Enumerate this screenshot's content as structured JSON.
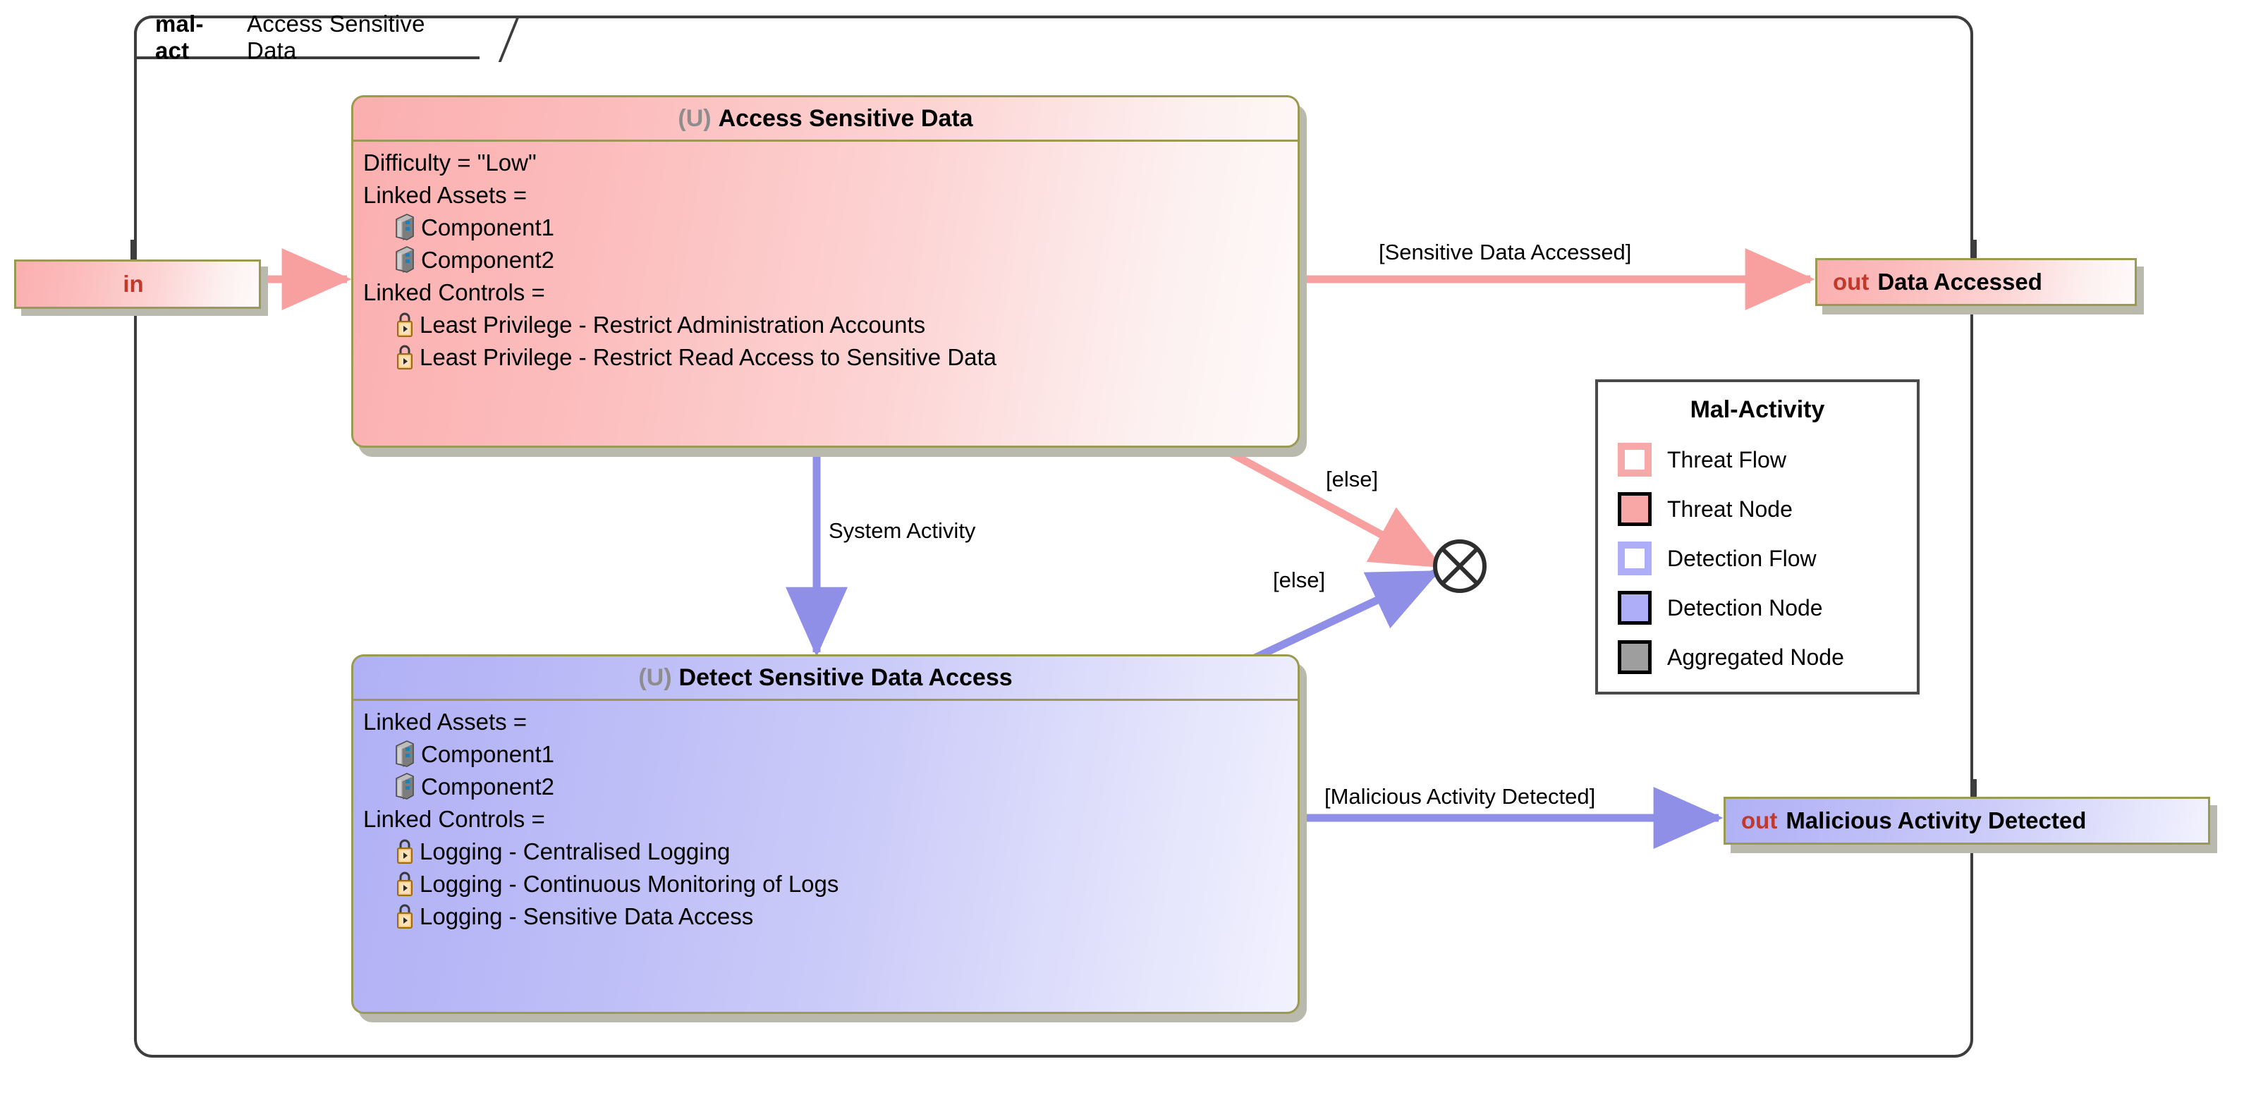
{
  "frame": {
    "keyword": "mal-act",
    "name": "Access Sensitive Data"
  },
  "pins": {
    "in": {
      "keyword": "in",
      "name": ""
    },
    "out_data_accessed": {
      "keyword": "out",
      "name": "Data Accessed"
    },
    "out_malicious_detected": {
      "keyword": "out",
      "name": "Malicious Activity Detected"
    }
  },
  "threat_node": {
    "stereotype": "(U)",
    "title": "Access Sensitive Data",
    "difficulty_line": "Difficulty = \"Low\"",
    "assets_header": "Linked Assets =",
    "assets": [
      "Component1",
      "Component2"
    ],
    "controls_header": "Linked Controls =",
    "controls": [
      "Least Privilege - Restrict Administration Accounts",
      "Least Privilege - Restrict Read Access to Sensitive Data"
    ]
  },
  "detection_node": {
    "stereotype": "(U)",
    "title": "Detect Sensitive Data Access",
    "assets_header": "Linked Assets =",
    "assets": [
      "Component1",
      "Component2"
    ],
    "controls_header": "Linked Controls =",
    "controls": [
      "Logging - Centralised Logging",
      "Logging - Continuous Monitoring of Logs",
      "Logging - Sensitive Data Access"
    ]
  },
  "edges": {
    "sensitive_data_accessed": "[Sensitive Data Accessed]",
    "else_threat": "[else]",
    "else_detection": "[else]",
    "system_activity": "System Activity",
    "malicious_activity_detected": "[Malicious Activity Detected]"
  },
  "legend": {
    "title": "Mal-Activity",
    "items": [
      {
        "label": "Threat Flow",
        "kind": "flow",
        "color": "#f7a8a8"
      },
      {
        "label": "Threat Node",
        "kind": "node",
        "color": "#f9a6a6"
      },
      {
        "label": "Detection Flow",
        "kind": "flow",
        "color": "#aeaef8"
      },
      {
        "label": "Detection Node",
        "kind": "node",
        "color": "#aeaef8"
      },
      {
        "label": "Aggregated Node",
        "kind": "node",
        "color": "#9e9e9e"
      }
    ]
  },
  "colors": {
    "threat_flow": "#f89f9f",
    "detection_flow": "#8f8fe8",
    "node_border": "#9b9a51",
    "frame_border": "#3d3d3d"
  },
  "icons": {
    "asset": "component-icon",
    "control": "lock-icon",
    "flow_final": "flow-final-icon"
  }
}
